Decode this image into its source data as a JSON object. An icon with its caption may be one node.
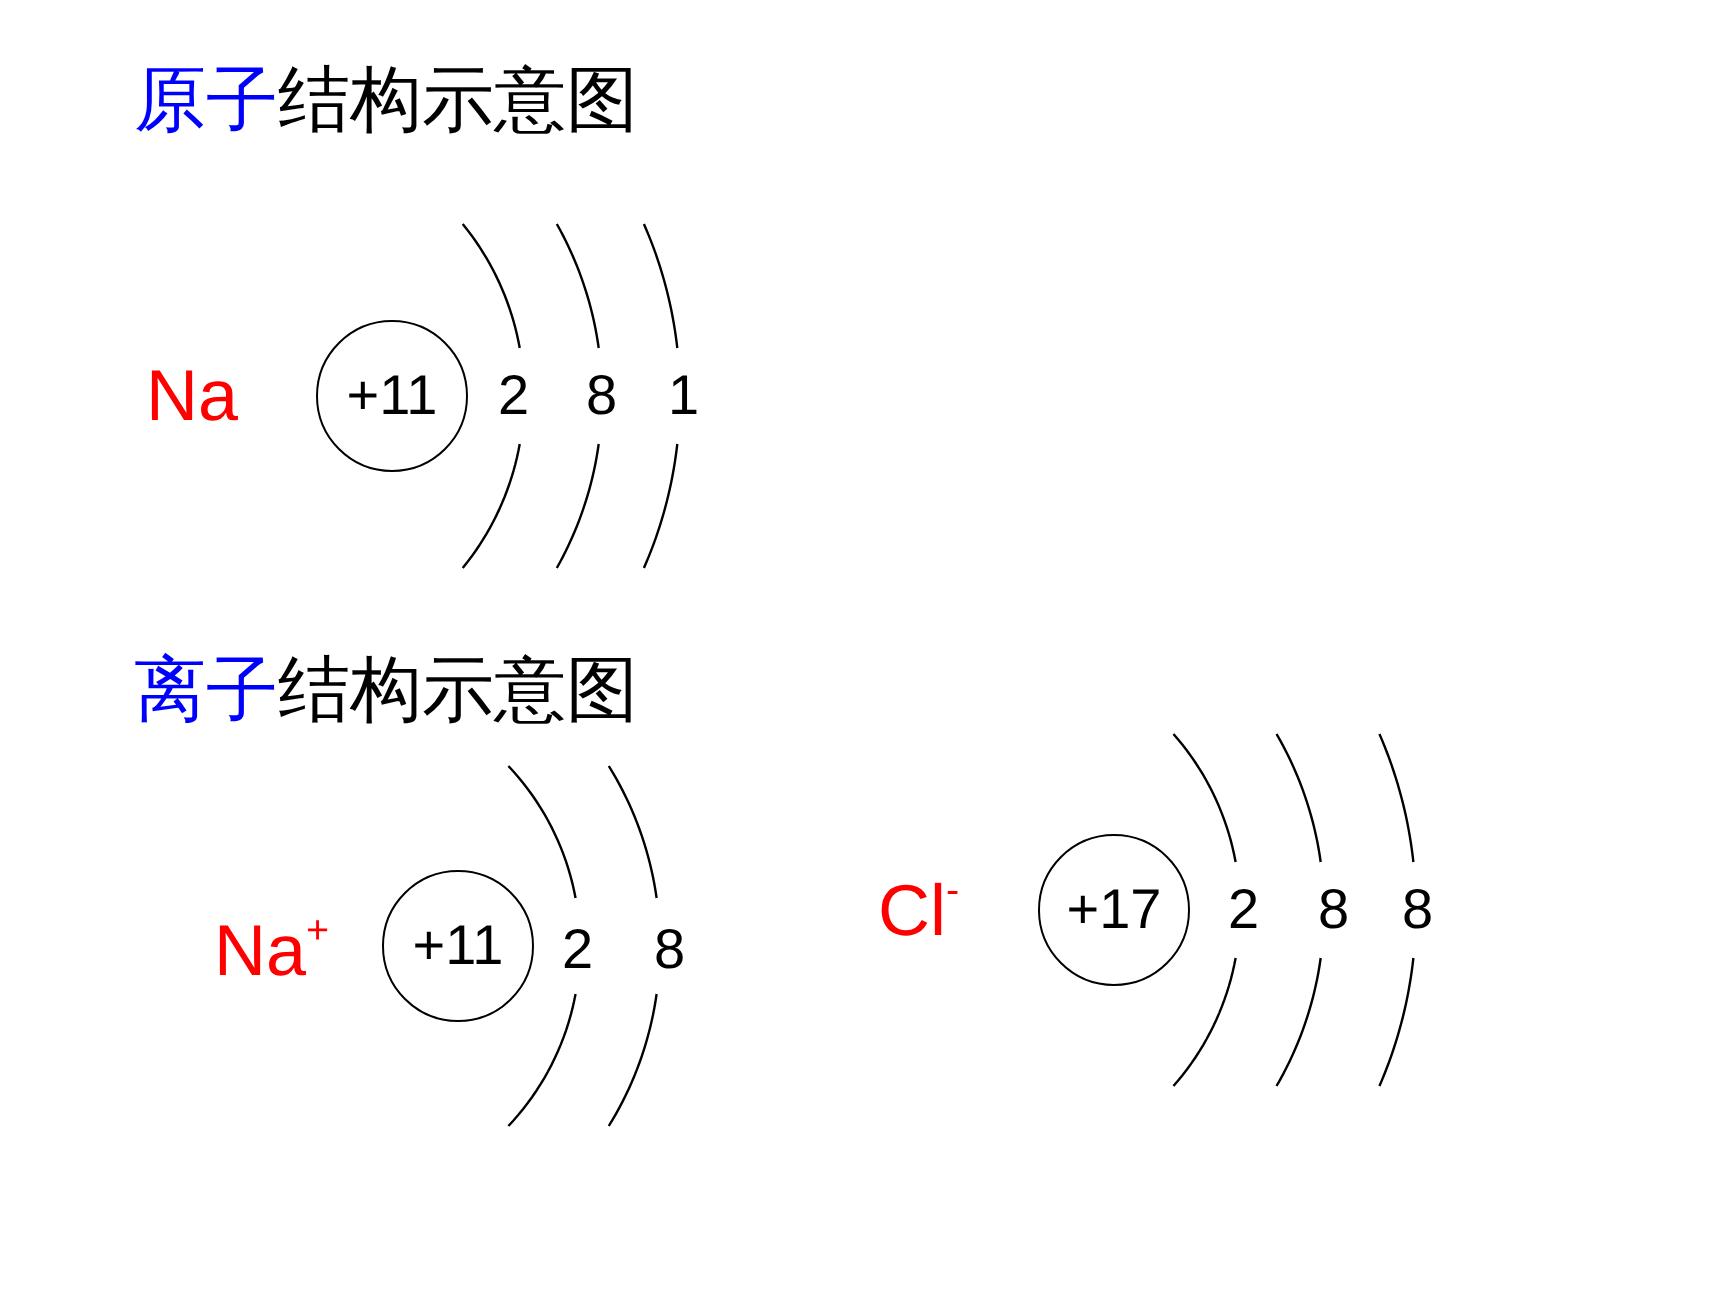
{
  "diagram": {
    "nodes": [
      {
        "text": [
          "+11"
        ]
      },
      {
        "text": [
          "+11"
        ]
      },
      {
        "text": [
          "+17"
        ]
      }
    ],
    "labels": [
      "原子",
      "结构示意图",
      "Na",
      "2",
      "8",
      "1",
      "离子",
      "结构示意图",
      "Na$^{+}$",
      "2",
      "8",
      "Cl$^{-}$",
      "2",
      "8",
      "8"
    ]
  }
}
